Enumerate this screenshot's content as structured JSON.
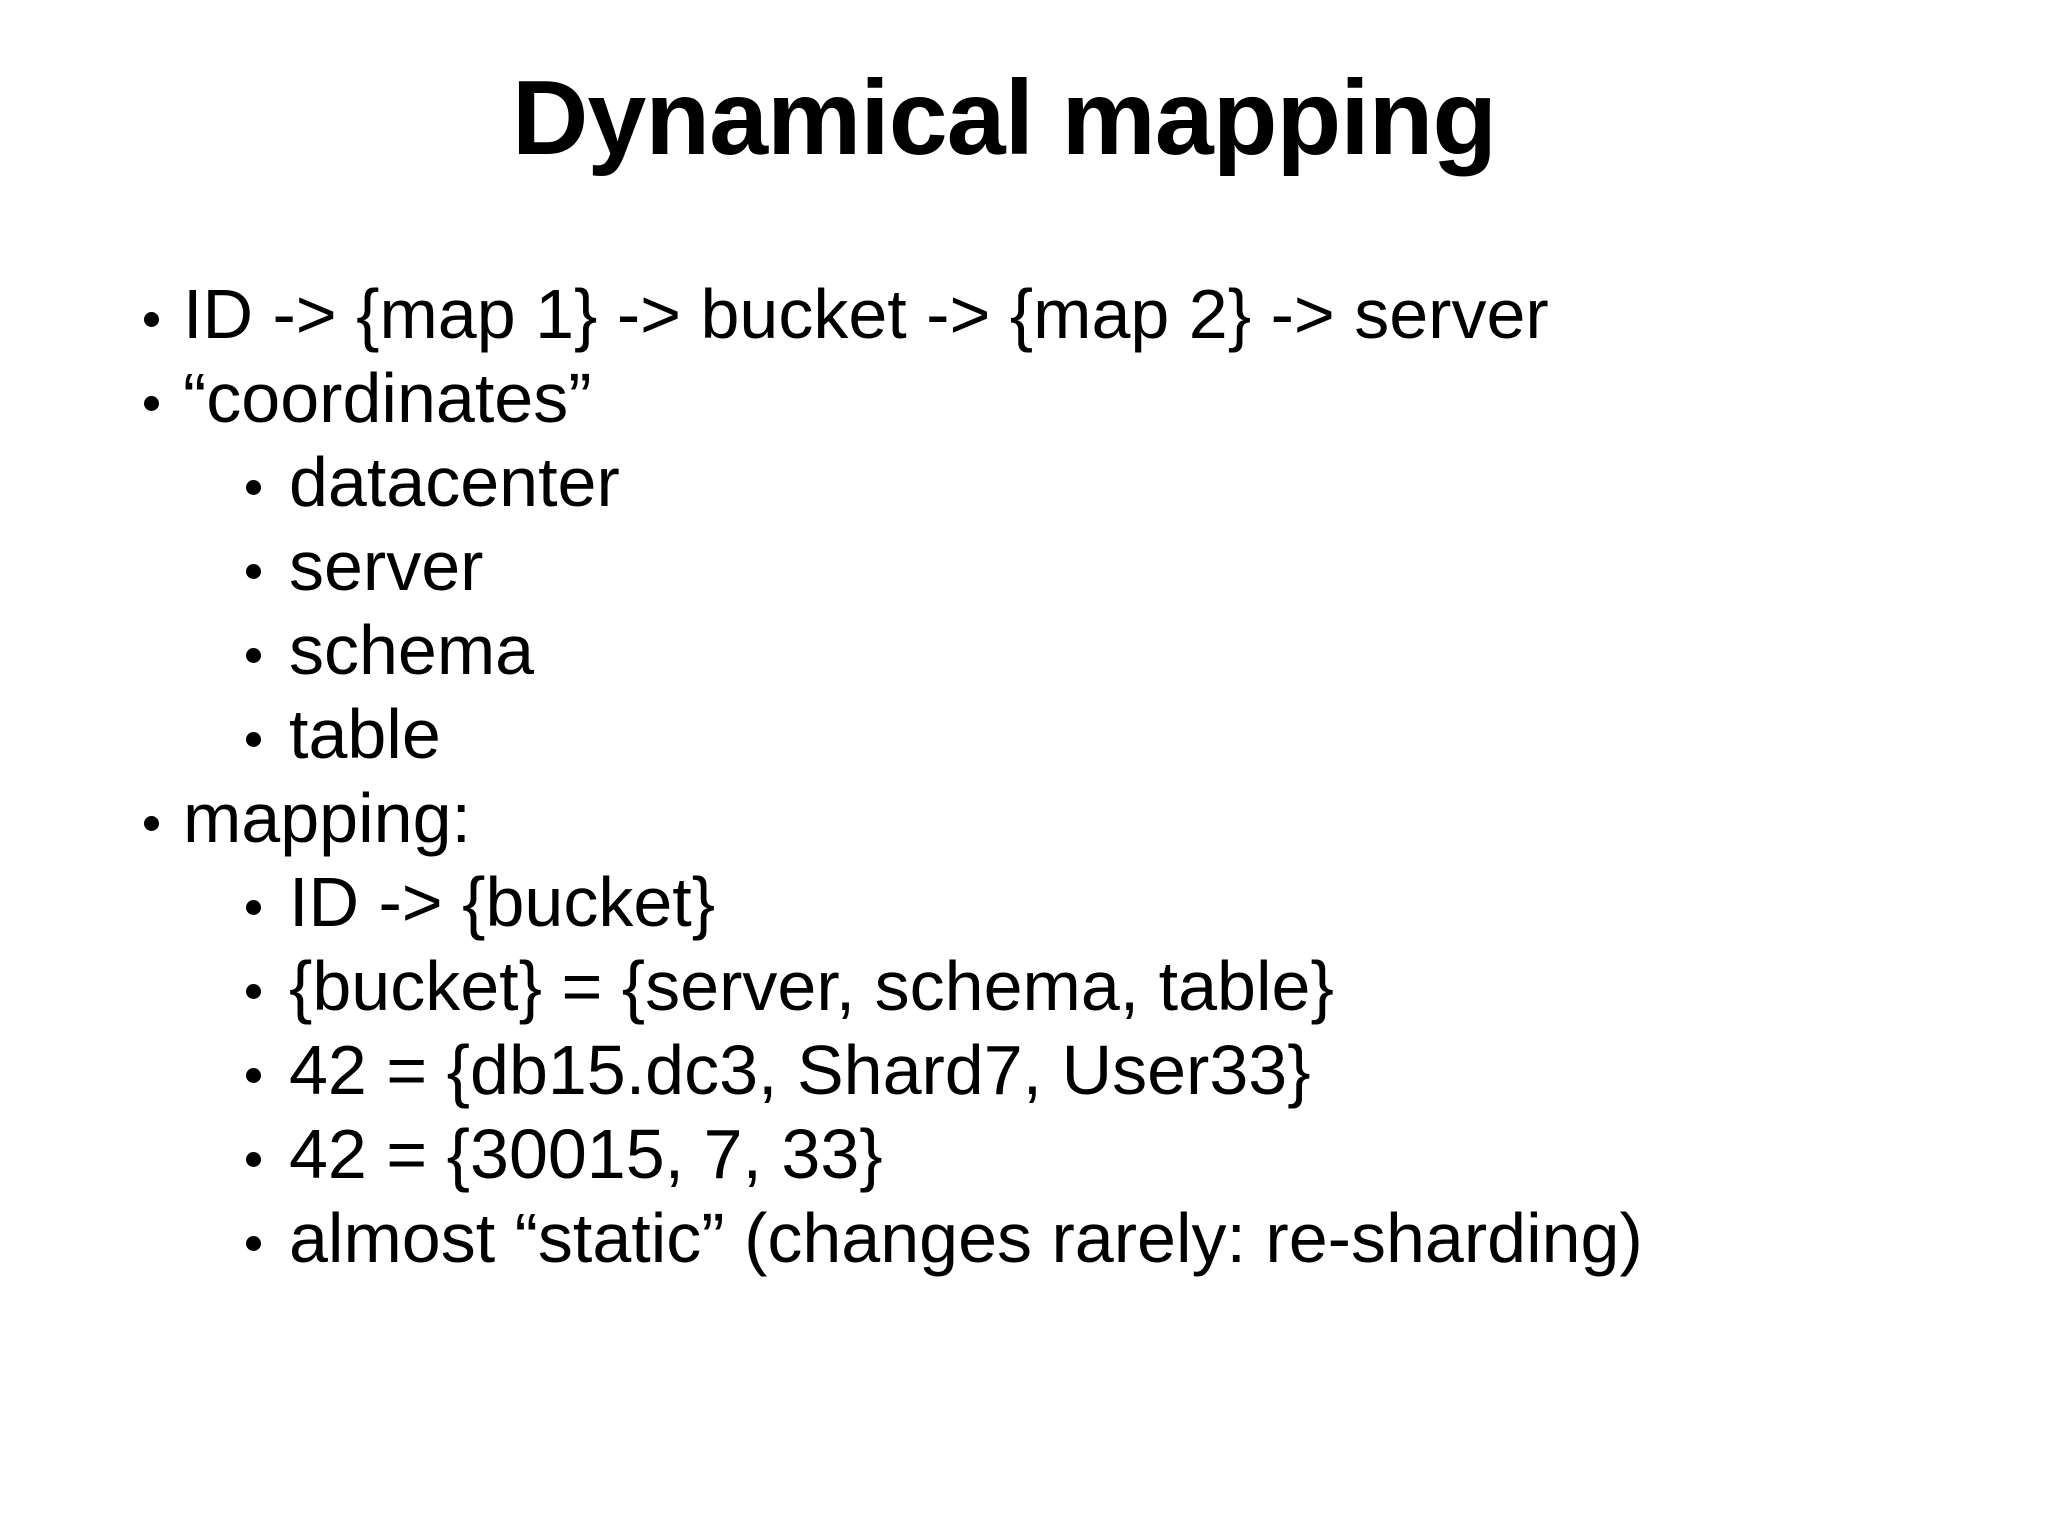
{
  "slide": {
    "title": "Dynamical mapping",
    "colors": {
      "background": "#ffffff",
      "text": "#000000"
    },
    "bullets": [
      {
        "level": 1,
        "text": "ID -> {map 1} -> bucket -> {map 2} -> server"
      },
      {
        "level": 1,
        "text": "“coordinates”"
      },
      {
        "level": 2,
        "text": "datacenter"
      },
      {
        "level": 2,
        "text": "server"
      },
      {
        "level": 2,
        "text": "schema"
      },
      {
        "level": 2,
        "text": "table"
      },
      {
        "level": 1,
        "text": "mapping:"
      },
      {
        "level": 2,
        "text": "ID -> {bucket}"
      },
      {
        "level": 2,
        "text": "{bucket} = {server, schema, table}"
      },
      {
        "level": 2,
        "text": "42 = {db15.dc3, Shard7, User33}"
      },
      {
        "level": 2,
        "text": "42 = {30015, 7, 33}"
      },
      {
        "level": 2,
        "text": "almost “static” (changes rarely: re-sharding)"
      }
    ]
  }
}
